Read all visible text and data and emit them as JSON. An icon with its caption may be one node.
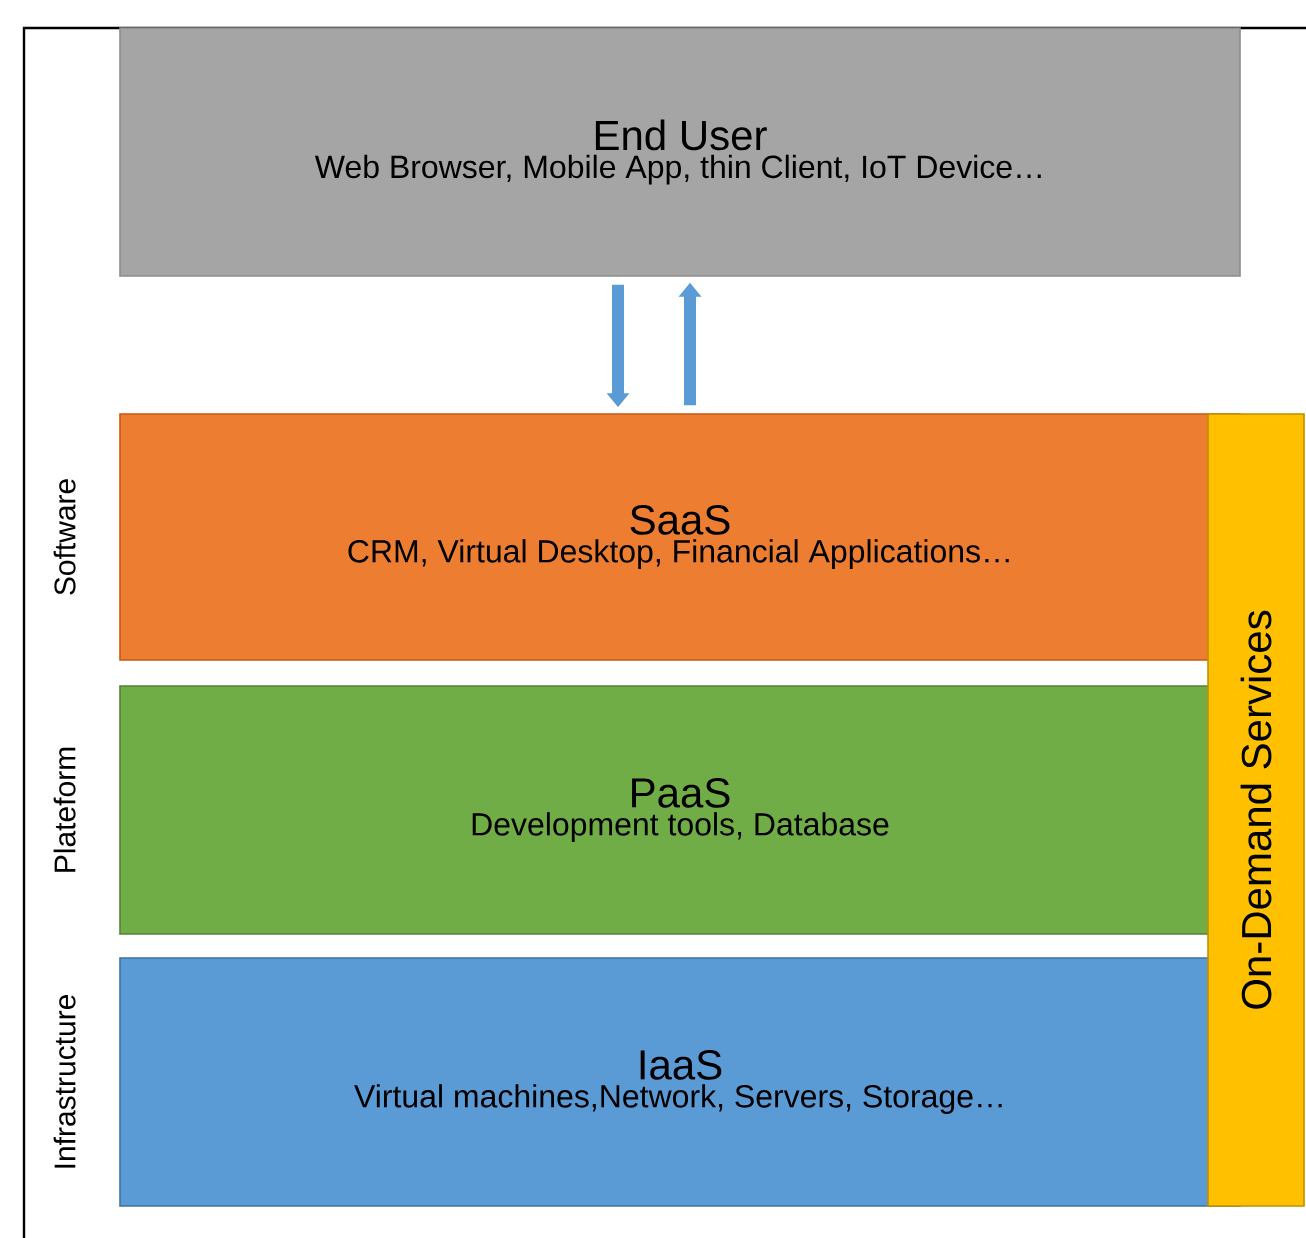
{
  "diagram": {
    "nodes": [
      {
        "text": [
          "End User",
          "Web Browser, Mobile App, thin Client, IoT Device…"
        ]
      },
      {
        "text": [
          "SaaS",
          "CRM, Virtual Desktop, Financial Applications…"
        ],
        "beside": [
          "Software"
        ]
      },
      {
        "text": [
          "PaaS",
          "Development tools, Database"
        ],
        "beside": [
          "Plateform"
        ]
      },
      {
        "text": [
          "IaaS",
          "Virtual machines,Network, Servers, Storage…"
        ],
        "beside": [
          "Infrastructure"
        ]
      },
      {
        "text": [
          "On-Demand Services"
        ]
      }
    ],
    "edges": [
      {
        "from": 0,
        "to": 1,
        "arrow": "to"
      },
      {
        "from": 1,
        "to": 0,
        "arrow": "to"
      }
    ]
  }
}
